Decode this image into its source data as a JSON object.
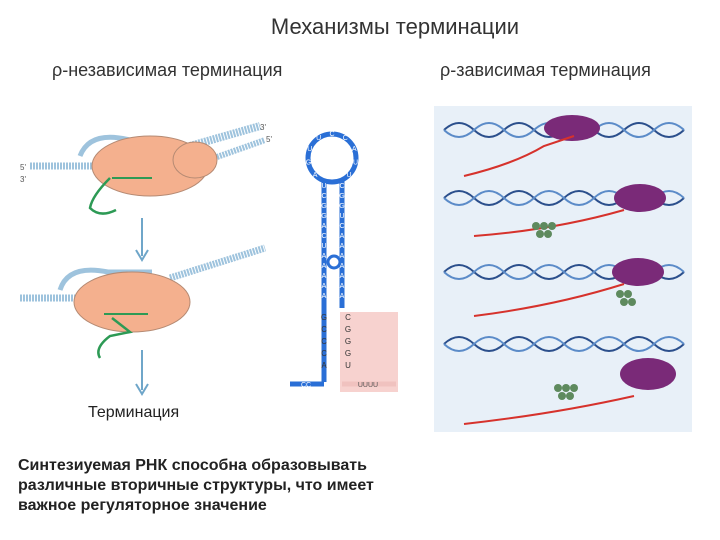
{
  "title": "Механизмы терминации",
  "left_heading": "ρ-независимая терминация",
  "right_heading": "ρ-зависимая терминация",
  "termination_label": "Терминация",
  "note_lines": [
    "Синтезиуемая РНК способна образовывать",
    "различные вторичные структуры, что имеет",
    "важное регуляторное значение"
  ],
  "strand_labels": {
    "three_prime": "3'",
    "five_prime": "5'"
  },
  "hairpin": {
    "loop_bases": [
      "A",
      "G",
      "U",
      "U",
      "C",
      "C",
      "A",
      "U",
      "U"
    ],
    "stem_left": [
      "U",
      "C",
      "G",
      "G",
      "A",
      "C",
      "U",
      "A",
      "A",
      "A",
      "A",
      "A"
    ],
    "stem_right": [
      "C",
      "G",
      "G",
      "U",
      "C",
      "A",
      "A",
      "A",
      "A",
      "A",
      "A",
      "A"
    ],
    "pairs": [
      [
        "G",
        "C"
      ],
      [
        "C",
        "G"
      ],
      [
        "C",
        "G"
      ],
      [
        "C",
        "G"
      ],
      [
        "A",
        "U"
      ]
    ],
    "tail_left": "CC",
    "tail_right": "UUUU"
  },
  "colors": {
    "polymerase": "#f4b08e",
    "dna": "#9ec3dd",
    "rna": "#2d9a55",
    "hairpin": "#2a6fd6",
    "rho_panel": "#e8f0f8",
    "rho_rna": "#d6322c",
    "rho_protein": "#7a2a78",
    "text": "#222222"
  }
}
